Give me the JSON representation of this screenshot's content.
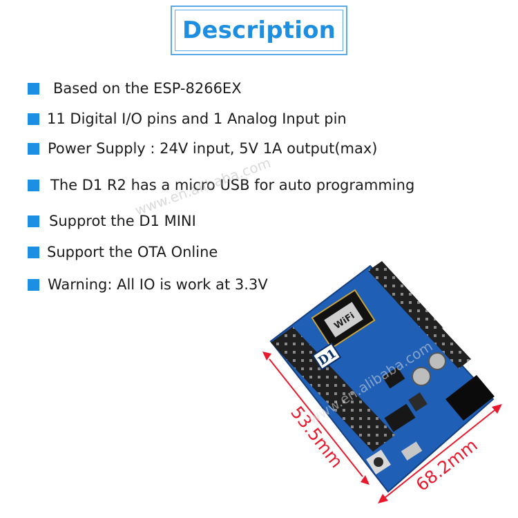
{
  "title": "Description",
  "features": [
    "Based on the ESP-8266EX",
    "11 Digital I/O pins and 1 Analog Input pin",
    "Power Supply : 24V input, 5V 1A output(max)",
    "The D1 R2 has a micro USB for auto programming",
    "Supprot the D1 MINI",
    "Support the OTA Online",
    "Warning: All IO is work at 3.3V"
  ],
  "watermark": "www.en.alibaba.com",
  "board": {
    "chip_label": "D1",
    "module_label": "WiFi",
    "width_label": "68.2mm",
    "height_label": "53.5mm"
  },
  "colors": {
    "accent": "#1b8fe3",
    "board": "#1f5fb5",
    "dimension_arrow": "#e8192c"
  }
}
